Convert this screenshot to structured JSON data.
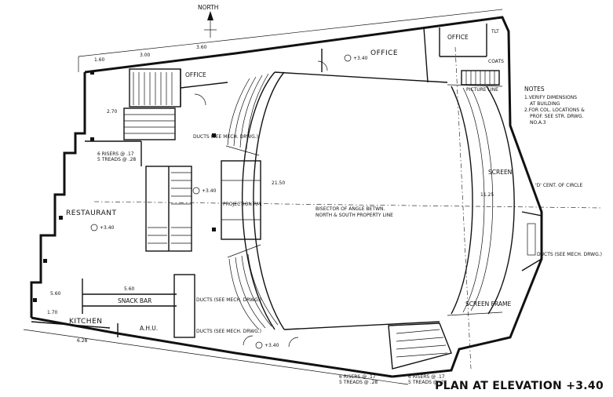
{
  "caption": "PLAN AT ELEVATION +3.40",
  "north_label": "NORTH",
  "rooms": {
    "office_left": "OFFICE",
    "office_main": "OFFICE",
    "office_top_right": "OFFICE",
    "restaurant": "RESTAURANT",
    "snack_bar": "SNACK BAR",
    "kitchen": "KITCHEN",
    "ahu": "A.H.U.",
    "projection": "PROJECTION RM.",
    "screen": "SCREEN",
    "screen_frame": "SCREEN FRAME",
    "picture_line": "PICTURE LINE",
    "coats": "COATS",
    "tlt": "TLT"
  },
  "notes": {
    "title": "NOTES",
    "line1": "1.VERIFY DIMENSIONS",
    "line2": "AT BUILDING",
    "line3": "2.FOR COL. LOCATIONS &",
    "line4": "PROF. SEE STR. DRWG.",
    "line5": "NO.A.3"
  },
  "annotations": {
    "bisector_1": "BISECTOR OF ANGLE BETWN.",
    "bisector_2": "NORTH & SOUTH PROPERTY LINE",
    "ducts_upper": "DUCTS (SEE MECH. DRWG.)",
    "ducts_lower": "DUCTS (SEE MECH. DRWG.)",
    "ducts_right": "DUCTS (SEE MECH. DRWG.)",
    "ducts_bottom": "DUCTS (SEE MECH. DRWG.)",
    "cent_circle": "'D' CENT. OF CIRCLE",
    "risers_upper": "6 RISERS @ .17",
    "treads_upper": "5 TREADS @ .28",
    "risers_lower": "6 RISERS @ .17",
    "treads_lower": "5 TREADS @ .28",
    "risers_bottom": "6 RISERS @ .17",
    "treads_bottom": "5 TREADS @ .28",
    "elev_office": "+3.40",
    "elev_restaurant": "+3.40",
    "elev_stair": "+3.40",
    "elev_lobby": "+3.40",
    "dim_160": "1.60",
    "dim_300": "3.00",
    "dim_360": "3.60",
    "dim_270": "2.70",
    "dim_560": "5.60",
    "dim_560b": "5.60",
    "dim_170": "1.70",
    "dim_628": "6.28",
    "dim_2150": "21.50",
    "dim_1125": "11.25"
  }
}
